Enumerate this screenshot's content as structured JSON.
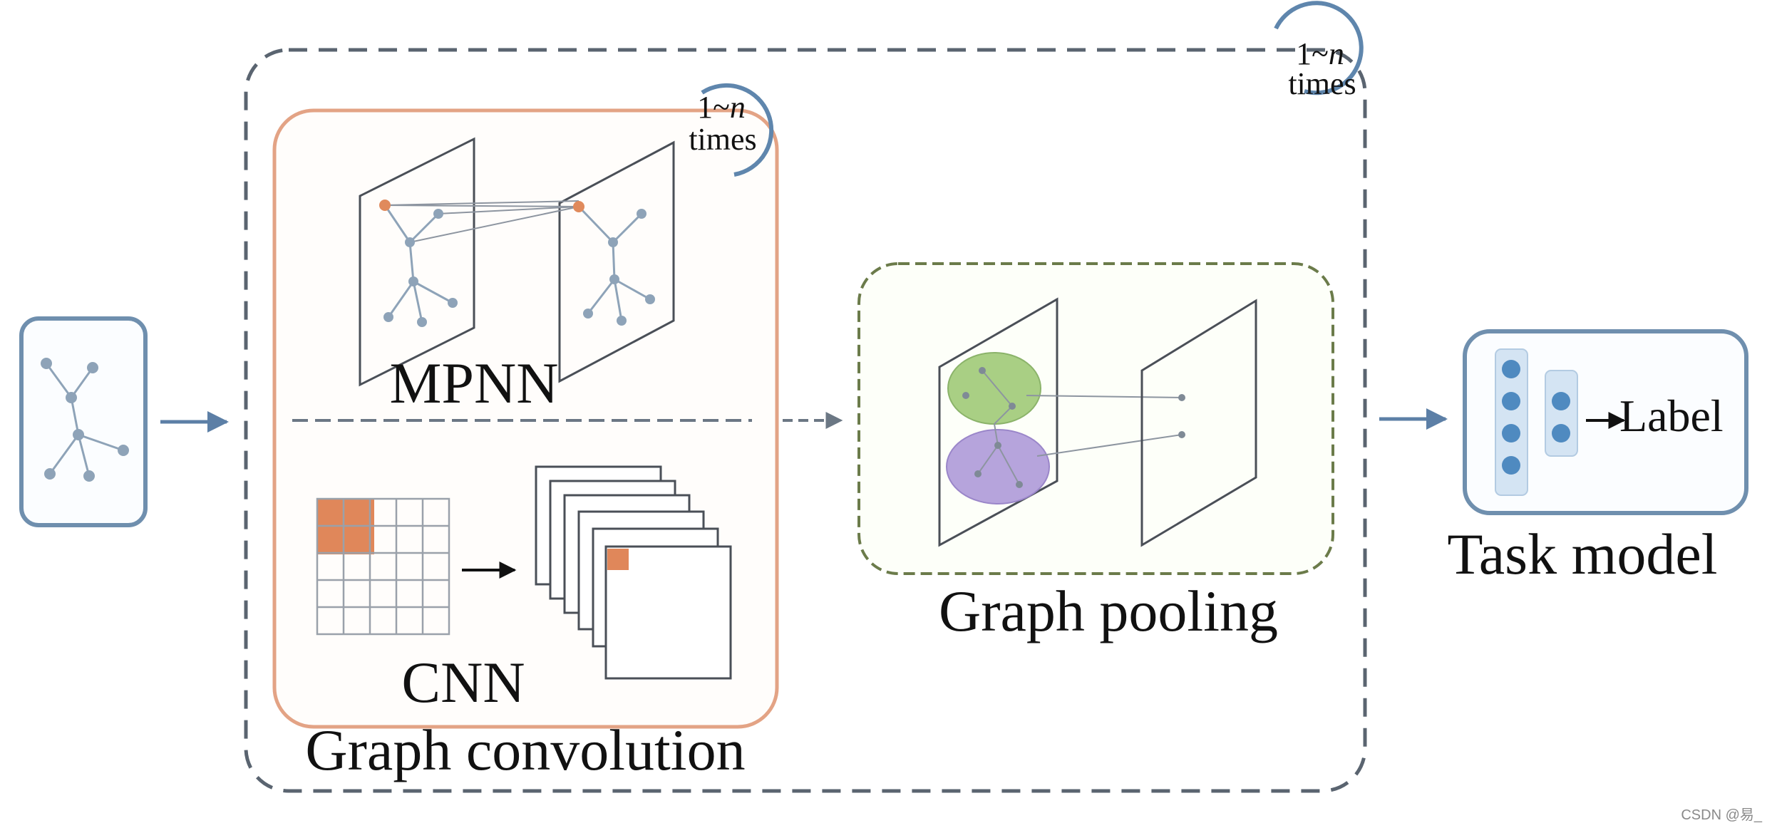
{
  "labels": {
    "mpnn": "MPNN",
    "cnn": "CNN",
    "graph_convolution": "Graph convolution",
    "graph_pooling": "Graph pooling",
    "task_model": "Task model",
    "output_label": "Label"
  },
  "loops": {
    "inner": {
      "line1_prefix": "1~",
      "line1_var": "n",
      "line2": "times"
    },
    "outer": {
      "line1_prefix": "1~",
      "line1_var": "n",
      "line2": "times"
    }
  },
  "watermark": "CSDN @易_",
  "colors": {
    "blue_frame": "#6f8fae",
    "dashed_frame": "#5a6470",
    "orange_frame": "#e3a385",
    "orange_fill": "#e0875a",
    "green_frame": "#6b7b4a",
    "green_cluster": "#a9cf84",
    "purple_cluster": "#b6a4dc",
    "node_blue": "#4f8ac0",
    "arrow_blue": "#5c7fa6"
  }
}
